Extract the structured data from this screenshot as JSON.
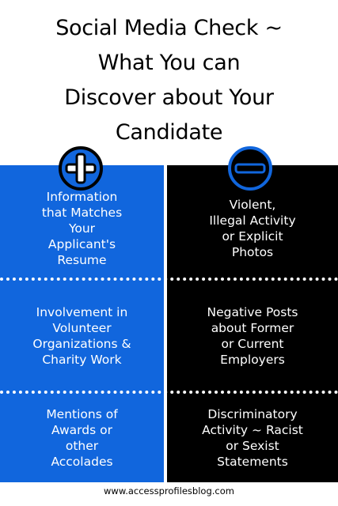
{
  "title": {
    "line1": "Social Media Check ~",
    "line2": "What You can",
    "line3": "Discover about Your",
    "line4": "Candidate"
  },
  "icons": {
    "plus": "plus-circle-icon",
    "minus": "minus-circle-icon"
  },
  "colors": {
    "positive_bg": "#1166dd",
    "negative_bg": "#000000",
    "accent": "#1166dd"
  },
  "positives": [
    "Information\nthat Matches\nYour\nApplicant's\nResume",
    "Involvement in\nVolunteer\nOrganizations &\nCharity Work",
    "Mentions of\nAwards or\nother\nAccolades"
  ],
  "negatives": [
    "Violent,\nIllegal Activity\nor Explicit\nPhotos",
    "Negative Posts\nabout Former\nor Current\nEmployers",
    "Discriminatory\nActivity ~ Racist\nor Sexist\nStatements"
  ],
  "footer": "www.accessprofilesblog.com"
}
